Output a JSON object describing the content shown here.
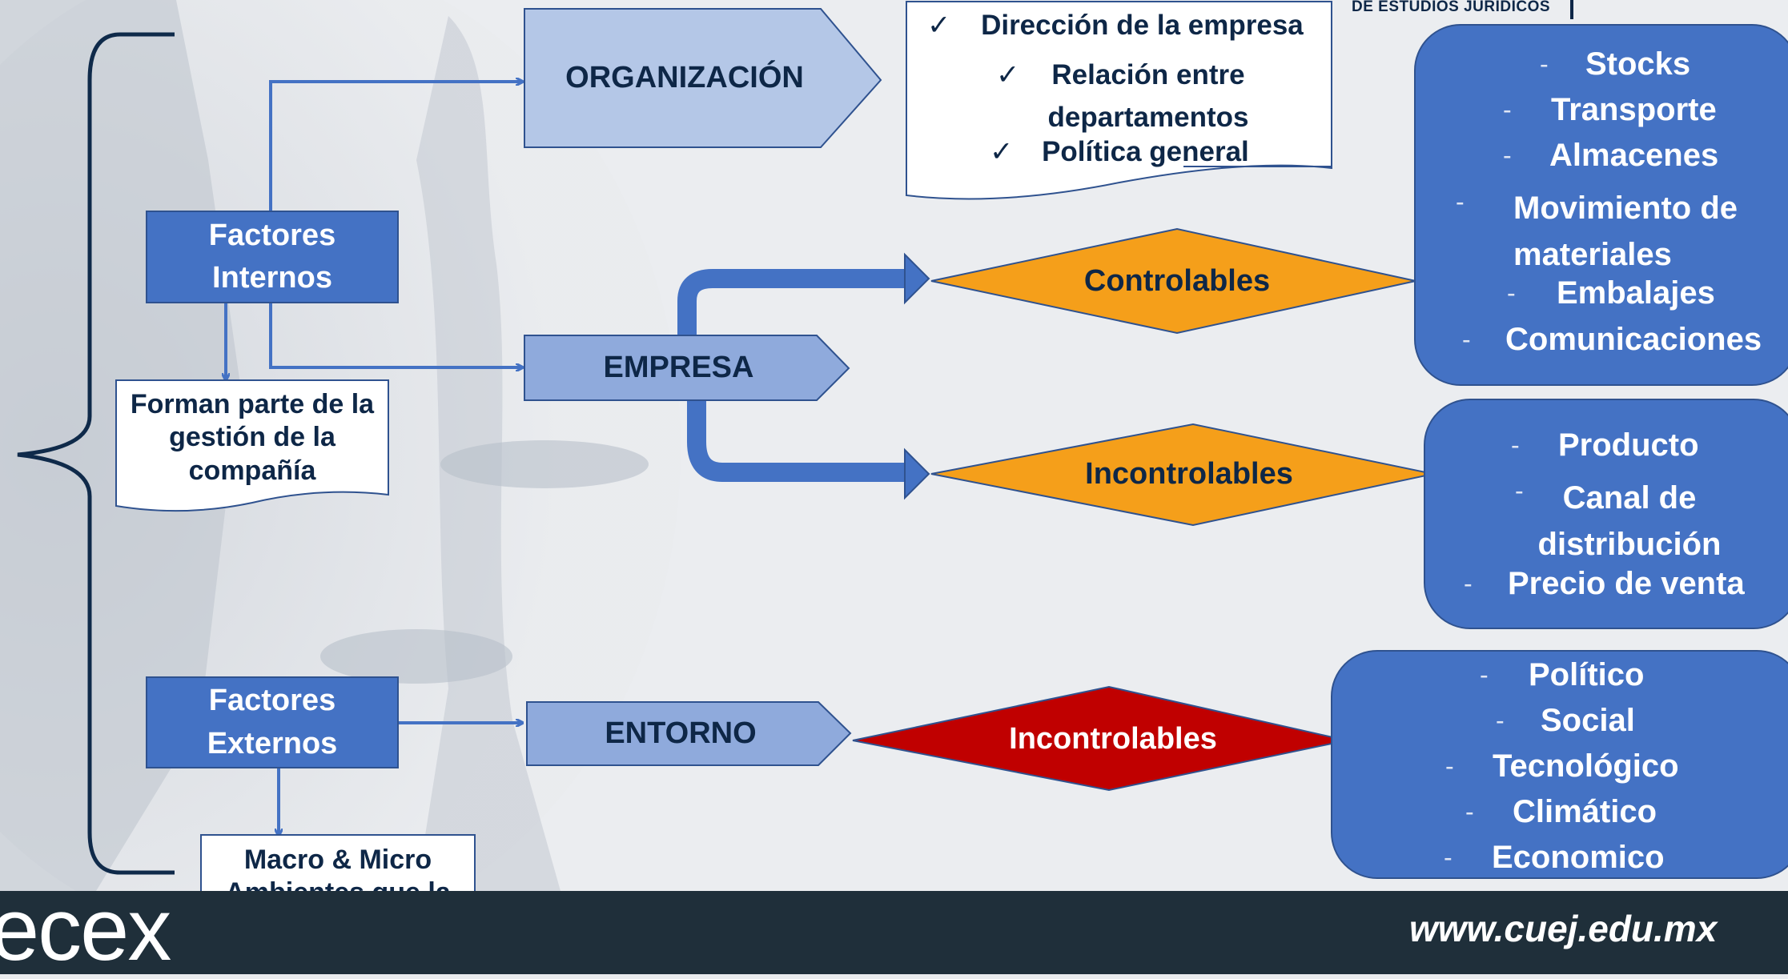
{
  "header": {
    "institution_fragment": "DE ESTUDIOS JURÍDICOS"
  },
  "footer": {
    "logo_fragment": "ecex",
    "url": "www.cuej.edu.mx"
  },
  "left_column": {
    "internal_factors": "Factores Internos",
    "internal_note": "Forman parte de la gestión de la compañía",
    "external_factors": "Factores Externos",
    "external_note": "Macro & Micro Ambientes que la rodean"
  },
  "center_column": {
    "organization": "ORGANIZACIÓN",
    "company": "EMPRESA",
    "environment": "ENTORNO"
  },
  "organization_details": [
    "Dirección de la empresa",
    "Relación entre departamentos",
    "Política general"
  ],
  "decisions": {
    "controllable": "Controlables",
    "uncontrollable_company": "Incontrolables",
    "uncontrollable_environment": "Incontrolables"
  },
  "controllable_items": [
    "Stocks",
    "Transporte",
    "Almacenes",
    "Movimiento de materiales",
    "Embalajes",
    "Comunicaciones"
  ],
  "uncontrollable_company_items": [
    "Producto",
    "Canal de distribución",
    "Precio de venta"
  ],
  "environment_items": [
    "Político",
    "Social",
    "Tecnológico",
    "Climático",
    "Economico"
  ],
  "colors": {
    "box_blue": "#4472c4",
    "light_blue": "#8faadc",
    "pale_blue": "#b4c7e7",
    "orange": "#f59f1a",
    "red": "#c00000",
    "footer": "#1f2f3a"
  }
}
